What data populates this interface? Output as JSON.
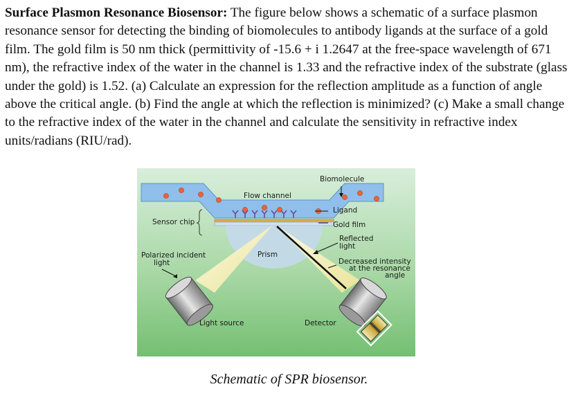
{
  "problem": {
    "title": "Surface Plasmon Resonance Biosensor:",
    "body": " The figure below shows a schematic of a surface plasmon resonance sensor for detecting the binding of biomolecules to antibody ligands at the surface of a gold film. The gold film is 50 nm thick (permittivity of -15.6 + i 1.2647 at the free-space wavelength of 671 nm), the refractive index of the water in the channel is 1.33 and the refractive index of the substrate (glass under the gold) is 1.52. (a) Calculate an expression for the reflection amplitude as a function of angle above the critical angle. (b) Find the angle at which the reflection is minimized? (c) Make a small change to the refractive index of the water in the channel and calculate the sensitivity in refractive index units/radians (RIU/rad)."
  },
  "figure": {
    "labels": {
      "biomolecule": "Biomolecule",
      "flow_channel": "Flow channel",
      "ligand": "Ligand",
      "sensor_chip": "Sensor chip",
      "gold_film": "Gold film",
      "reflected_1": "Reflected",
      "reflected_2": "light",
      "prism": "Prism",
      "polarized_1": "Polarized incident",
      "polarized_2": "light",
      "decreased_1": "Decreased intensity",
      "decreased_2": "at the resonance",
      "decreased_3": "angle",
      "light_source": "Light source",
      "detector": "Detector"
    },
    "colors": {
      "background_top": "#d4ecd8",
      "background_bottom": "#7fc47e",
      "channel": "#7fb3e6",
      "gold": "#d8b04a",
      "biomolecule": "#e8643a",
      "prism": "#c8dcf0",
      "beam": "#f7f3b8"
    }
  },
  "caption": "Schematic of SPR biosensor."
}
